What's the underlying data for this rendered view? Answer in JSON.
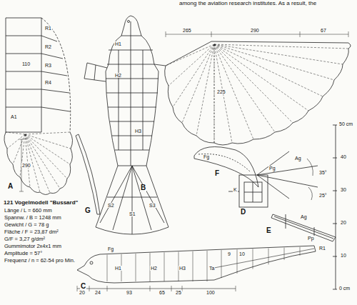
{
  "diagram": {
    "title": "121 Vogelmodell \"Bussard\"",
    "labels": [
      "among the aviation research institutes. As a result, the",
      "A",
      "B",
      "C",
      "D",
      "E",
      "F",
      "G",
      "265",
      "290",
      "67",
      "225",
      "290",
      "110",
      "R1",
      "R2",
      "R3",
      "R4",
      "A1",
      "H1",
      "H2",
      "H3",
      "S1",
      "S2",
      "S3",
      "K",
      "Pg",
      "Ag",
      "35°",
      "25°",
      "Fg",
      "Ag",
      "Pp",
      "Fg",
      "H1",
      "H2",
      "H3",
      "9",
      "10",
      "R1",
      "Ta",
      "20",
      "24",
      "93",
      "65",
      "25",
      "100",
      "50 cm",
      "40",
      "30",
      "20",
      "10",
      "0 cm",
      "Länge / L = 660 mm",
      "Spannw. / B = 1248 mm",
      "Gewicht / G = 78 g",
      "Fläche / F = 23,87 dm²",
      "G/F = 3,27 g/dm²",
      "Gummimotor 2x4x1 mm",
      "Amplitude = 57°",
      "Frequenz / n = 62-54 pro Min."
    ]
  }
}
